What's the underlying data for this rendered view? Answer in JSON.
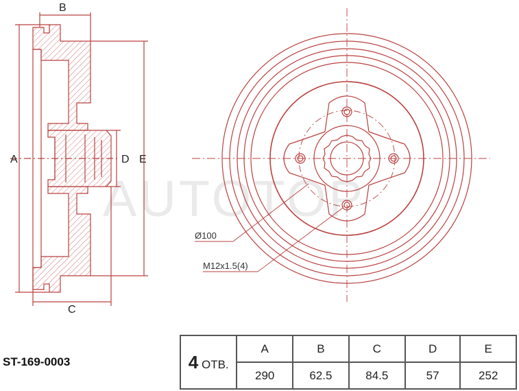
{
  "part_number": "ST-169-0003",
  "watermark": "AUTOTOP",
  "drawing_labels": {
    "a": "A",
    "b": "B",
    "c": "C",
    "d": "D",
    "e": "E",
    "pcd": "Ø100",
    "thread": "M12x1.5(4)"
  },
  "table": {
    "holes_count": "4",
    "holes_unit": "ОТВ.",
    "headers": [
      "A",
      "B",
      "C",
      "D",
      "E"
    ],
    "values": [
      "290",
      "62.5",
      "84.5",
      "57",
      "252"
    ]
  },
  "colors": {
    "line": "#b9403f",
    "hatch": "#c05050",
    "text": "#222222"
  }
}
